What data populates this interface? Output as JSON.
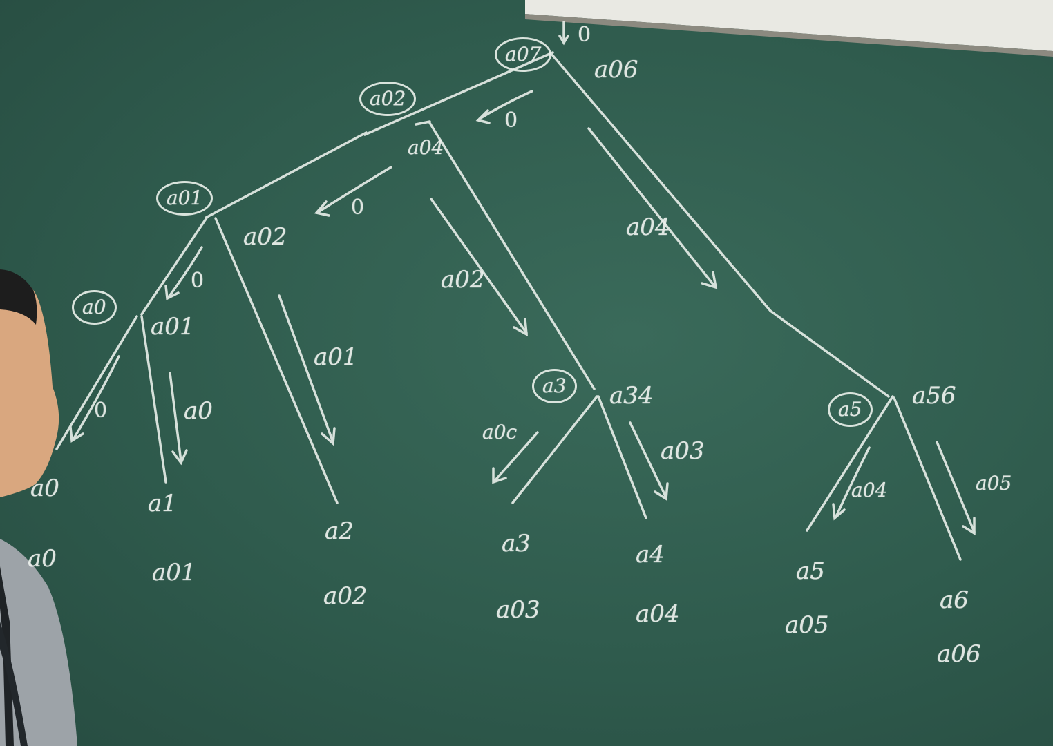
{
  "board": {
    "colors": {
      "board": "#2f5a4c",
      "chalk": "#eef2ee",
      "wall": "#e9e9e3"
    },
    "root_label": "a06",
    "root_circled": "a07",
    "root_input": "0",
    "nodes": {
      "n02_circled": "a02",
      "n02_label": "a04",
      "n02_arrow_zero": "0",
      "n01_circled": "a01",
      "n01_label": "a02",
      "n01_arrow_zero": "0",
      "n0_circled": "a0",
      "n0_label": "a01",
      "n0_arrow_zero": "0",
      "n3_circled": "a3",
      "n3_label": "a34",
      "n5_circled": "a5",
      "n5_label": "a56"
    },
    "edge_labels": {
      "root_right": "a04",
      "n02_right": "a02",
      "n01_right": "a01",
      "n0_right": "a0",
      "n3_left": "a0c",
      "n3_right": "a03",
      "n5_left": "a04",
      "n5_right": "a05"
    },
    "leaves": [
      {
        "name": "a0",
        "prefix": "a0"
      },
      {
        "name": "a1",
        "prefix": "a01"
      },
      {
        "name": "a2",
        "prefix": "a02"
      },
      {
        "name": "a3",
        "prefix": "a03"
      },
      {
        "name": "a4",
        "prefix": "a04"
      },
      {
        "name": "a5",
        "prefix": "a05"
      },
      {
        "name": "a6",
        "prefix": "a06"
      }
    ]
  }
}
